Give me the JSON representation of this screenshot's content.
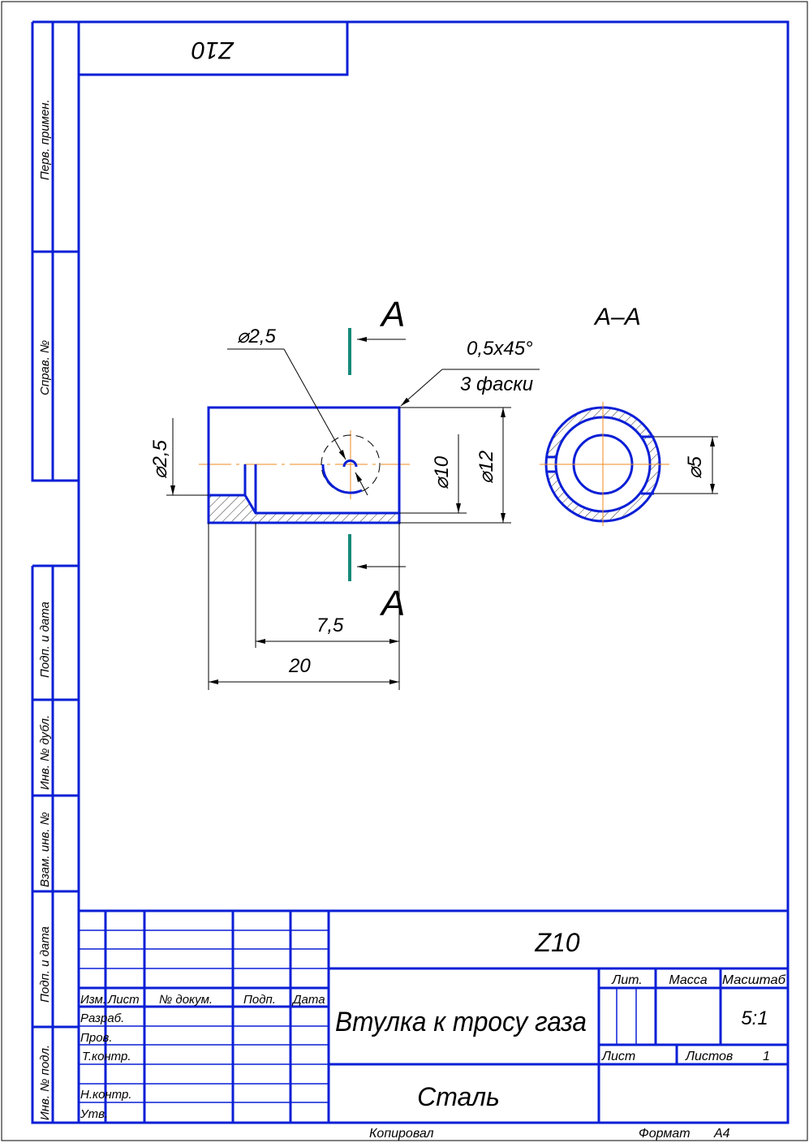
{
  "document": {
    "designation": "Z10",
    "designation_rotated": "Z10",
    "title": "Втулка к тросу газа",
    "material": "Сталь",
    "scale": "5:1",
    "sheets_count": "1",
    "format_label": "Формат",
    "format": "A4",
    "copied_label": "Копировал"
  },
  "side_strip": {
    "primary_use": "Перв. примен.",
    "reference_no": "Справ. №",
    "sign_date_1": "Подп. и дата",
    "dup_inv_no": "Инв. № дубл.",
    "replace_inv_no": "Взам. инв. №",
    "sign_date_2": "Подп. и дата",
    "orig_inv_no": "Инв. № подл."
  },
  "title_block": {
    "headers": {
      "izm": "Изм.",
      "list": "Лист",
      "doc_no": "№ докум.",
      "sign": "Подп.",
      "date": "Дата"
    },
    "roles": {
      "developer": "Разраб.",
      "checker": "Пров.",
      "tech_control": "Т.контр.",
      "norm_control": "Н.контр.",
      "approved": "Утв."
    },
    "lit": "Лит.",
    "mass": "Масса",
    "scale_label": "Масштаб",
    "sheet": "Лист",
    "sheets": "Листов"
  },
  "drawing": {
    "section_letter": "A",
    "section_title": "A–A",
    "dim_hole": "⌀2,5",
    "dim_step": "⌀2,5",
    "dim_bore": "⌀10",
    "dim_outer": "⌀12",
    "dim_slot": "⌀5",
    "dim_75": "7,5",
    "dim_20": "20",
    "chamfer": "0,5x45°",
    "chamfer_note": "3 фаски"
  }
}
